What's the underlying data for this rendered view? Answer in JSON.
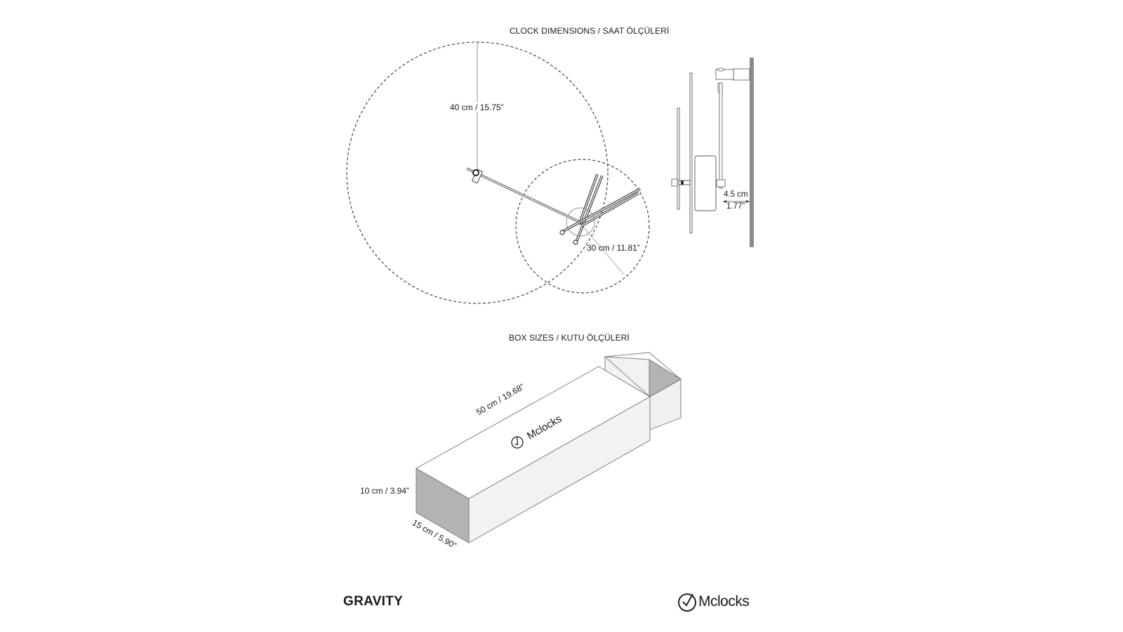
{
  "clock_section": {
    "title": "CLOCK DIMENSIONS / SAAT ÖLÇÜLERİ",
    "large_diameter_label": "40 cm / 15.75”",
    "small_diameter_label": "30 cm / 11.81”",
    "depth_label_cm": "4.5 cm",
    "depth_label_in": "1.77”"
  },
  "box_section": {
    "title": "BOX SIZES / KUTU ÖLÇÜLERİ",
    "length_label": "50 cm / 19.68”",
    "height_label": "10 cm / 3.94”",
    "width_label": "15 cm / 5.90”",
    "box_logo_text": "Mclocks"
  },
  "footer": {
    "product_name": "GRAVITY",
    "brand_name": "Mclocks",
    "brand_icon": "clock-check-icon"
  },
  "colors": {
    "line": "#333333",
    "dashed": "#444444",
    "box_shade": "#b3b3b3",
    "box_light": "#f0f0f0",
    "wall": "#8a8a8a"
  }
}
